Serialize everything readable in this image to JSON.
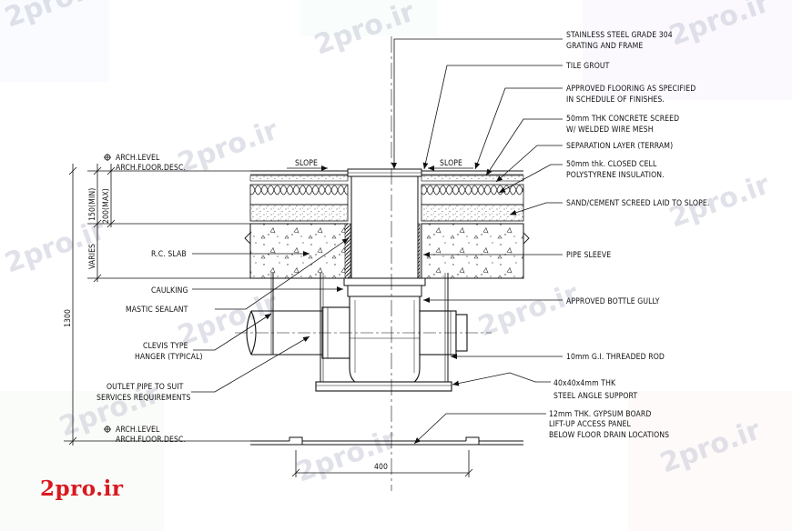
{
  "brand": "2pro.ir",
  "watermark_text": "2pro.ir",
  "colors": {
    "line": "#111111",
    "watermark": "#c9cbd8",
    "brand": "#d9191f"
  },
  "labels": {
    "grating_1": "STAINLESS STEEL GRADE 304",
    "grating_2": "GRATING AND FRAME",
    "tile_grout": "TILE GROUT",
    "flooring_1": "APPROVED FLOORING AS SPECIFIED",
    "flooring_2": "IN SCHEDULE OF FINISHES.",
    "screed_1": "50mm THK CONCRETE SCREED",
    "screed_2": "W/ WELDED WIRE MESH",
    "separation": "SEPARATION LAYER (TERRAM)",
    "insulation_1": "50mm thk.  CLOSED CELL",
    "insulation_2": "POLYSTYRENE INSULATION.",
    "sand_cement": "SAND/CEMENT SCREED LAID TO SLOPE.",
    "pipe_sleeve": "PIPE SLEEVE",
    "bottle_gully": "APPROVED BOTTLE GULLY",
    "threaded_rod": "10mm G.I. THREADED ROD",
    "angle_1": "40x40x4mm THK",
    "angle_2": "STEEL ANGLE SUPPORT",
    "gypsum_1": "12mm THK. GYPSUM BOARD",
    "gypsum_2": "LIFT-UP ACCESS PANEL",
    "gypsum_3": "BELOW FLOOR DRAIN LOCATIONS",
    "rc_slab": "R.C. SLAB",
    "caulking": "CAULKING",
    "mastic": "MASTIC SEALANT",
    "clevis_1": "CLEVIS TYPE",
    "clevis_2": "HANGER (TYPICAL)",
    "outlet_1": "OUTLET PIPE TO SUIT",
    "outlet_2": "SERVICES REQUIREMENTS",
    "arch_level_top": "ARCH.LEVEL",
    "arch_floor_top": "ARCH.FLOOR.DESC.",
    "arch_level_bottom": "ARCH.LEVEL",
    "arch_floor_bottom": "ARCH.FLOOR.DESC.",
    "slope_left": "SLOPE",
    "slope_right": "SLOPE"
  },
  "dimensions": {
    "min": "150(MIN)",
    "max": "200(MAX)",
    "varies": "VARIES",
    "total": "1300",
    "width": "400"
  }
}
